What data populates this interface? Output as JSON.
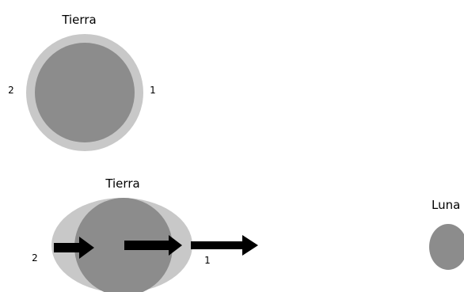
{
  "colors": {
    "background": "#ffffff",
    "ocean_bulge": "#c8c8c8",
    "earth": "#8c8c8c",
    "moon": "#8c8c8c",
    "arrow": "#000000",
    "text": "#000000"
  },
  "top_earth": {
    "title": "Tierra",
    "left_point": "2",
    "right_point": "1"
  },
  "bottom_earth": {
    "title": "Tierra",
    "left_point": "2",
    "right_point": "1"
  },
  "moon": {
    "title": "Luna"
  }
}
